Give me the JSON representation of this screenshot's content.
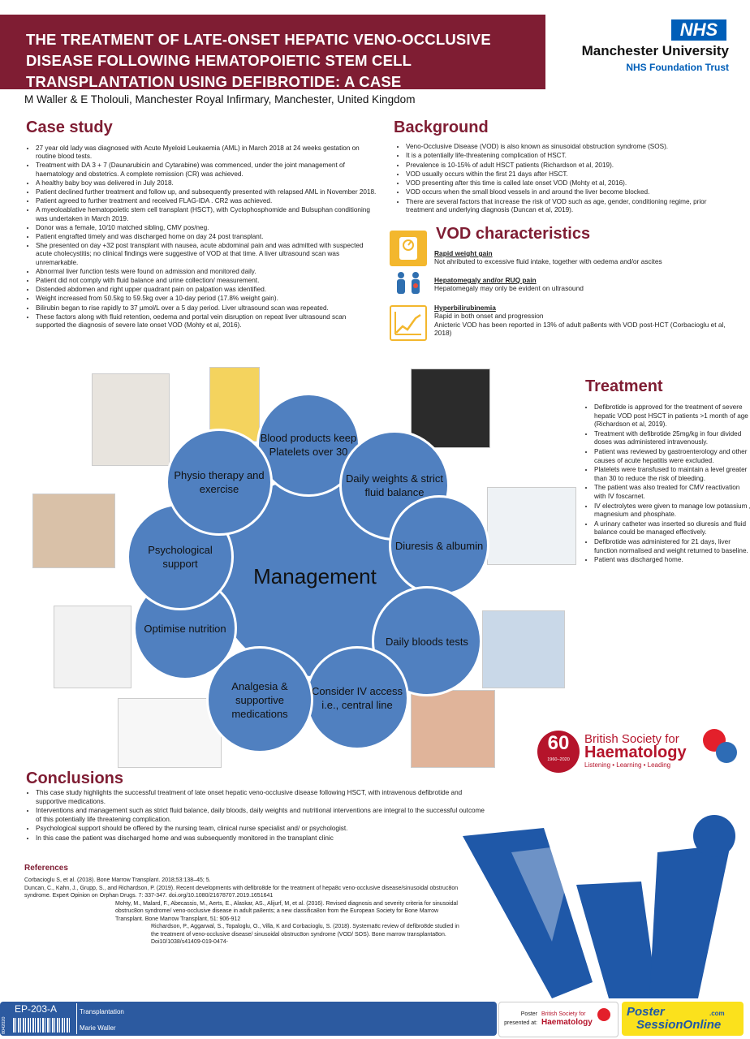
{
  "header": {
    "title": "THE TREATMENT OF LATE-ONSET HEPATIC VENO-OCCLUSIVE DISEASE FOLLOWING HEMATOPOIETIC STEM CELL TRANSPLANTATION USING DEFIBROTIDE: A CASE",
    "authors": "M Waller & E Tholouli, Manchester Royal Infirmary, Manchester, United Kingdom",
    "logo_text": "NHS",
    "org_name": "Manchester University",
    "org_sub": "NHS Foundation Trust"
  },
  "case_study": {
    "heading": "Case study",
    "items": [
      "27 year old lady was diagnosed with Acute Myeloid Leukaemia (AML) in March 2018 at 24 weeks gestation on routine blood tests.",
      "Treatment with DA 3 + 7 (Daunarubicin and Cytarabine) was commenced, under the joint management of haematology and obstetrics. A complete remission (CR) was achieved.",
      "A healthy baby boy was delivered in July 2018.",
      "Patient declined further treatment and follow up, and subsequently presented with relapsed AML in November 2018.",
      "Patient agreed to further treatment and received FLAG-IDA . CR2 was achieved.",
      "A myeoloablative hematopoietic stem cell transplant (HSCT), with Cyclophosphomide and Bulsuphan conditioning was undertaken in March 2019.",
      "Donor was a female, 10/10 matched sibling, CMV pos/neg.",
      "Patient engrafted timely and was discharged home on day 24 post transplant.",
      "She presented on day +32 post transplant with nausea, acute abdominal pain and was admitted with suspected acute cholecystitis; no clinical findings were suggestive of VOD at that time. A liver ultrasound scan was unremarkable.",
      "Abnormal liver function tests were found on admission and monitored daily.",
      "Patient did not comply with fluid balance and urine collection/ measurement.",
      "Distended abdomen and right upper quadrant pain on palpation was identified.",
      "Weight increased from 50.5kg to 59.5kg over a 10-day period (17.8% weight gain).",
      "Bilirubin began to rise rapidly to 37 µmol/L over a 5 day period. Liver ultrasound scan was repeated.",
      "These factors along with fluid retention, oedema and portal vein disruption on repeat liver ultrasound scan supported the diagnosis of severe late onset VOD (Mohty et al, 2016)."
    ]
  },
  "background": {
    "heading": "Background",
    "items": [
      "Veno-Occlusive Disease (VOD) is also known as sinusoidal obstruction syndrome (SOS).",
      "It is a potentially life-threatening complication of HSCT.",
      "Prevalence is 10-15% of adult HSCT patients (Richardson et al, 2019).",
      "VOD usually occurs within the first 21 days after HSCT.",
      "VOD presenting after this time is called late onset VOD (Mohty et al, 2016).",
      "VOD occurs when the small blood vessels in and around the liver become blocked.",
      "There are several factors that increase the risk of VOD such as age, gender, conditioning regime, prior treatment and underlying diagnosis (Duncan et al, 2019)."
    ]
  },
  "vod": {
    "heading": "VOD characteristics",
    "items": [
      {
        "title": "Rapid weight gain",
        "text": "Not ahributed to excessive fluid intake, together with oedema and/or ascites"
      },
      {
        "title": "Hepatomegaly and/or RUQ pain",
        "text": "Hepatomegaly may only be evident on ultrasound"
      },
      {
        "title": "Hyperbilirubinemia",
        "text": "Rapid in both onset and progression\nAnicteric VOD has been reported in 13% of adult pa8ents with VOD post-HCT (Corbacioglu et al, 2018)"
      }
    ]
  },
  "management": {
    "center": "Management",
    "nodes": [
      "Blood products keep Platelets over 30",
      "Daily weights & strict fluid balance",
      "Diuresis & albumin",
      "Daily bloods tests",
      "Consider IV access i.e., central line",
      "Analgesia & supportive medications",
      "Optimise nutrition",
      "Psychological support",
      "Physio therapy and exercise"
    ]
  },
  "treatment": {
    "heading": "Treatment",
    "items": [
      "Defibrotide is approved for the treatment of severe hepatic VOD post HSCT in patients >1 month of age (Richardson et al, 2019).",
      "Treatment with defibrotide 25mg/kg in four divided doses was administered intravenously.",
      "Patient was reviewed by gastroenterology and other causes of acute hepatitis were excluded.",
      "Platelets were transfused to maintain a level greater than 30 to reduce the risk of bleeding.",
      "The patient was also treated for CMV reactivation with IV foscarnet.",
      "IV electrolytes were given to manage low potassium , magnesium and phosphate.",
      "A urinary catheter was inserted so diuresis and fluid balance could be managed effectively.",
      "Defibrotide was administered for 21 days, liver function normalised and weight returned to baseline.",
      "Patient was discharged home."
    ]
  },
  "bsh": {
    "number": "60",
    "years": "1960–2020",
    "line1": "British Society for",
    "line2": "Haematology",
    "tagline": "Listening • Learning • Leading"
  },
  "conclusions": {
    "heading": "Conclusions",
    "items": [
      "This case study highlights the successful treatment of late onset hepatic veno-occlusive disease following HSCT, with intravenous defibrotide and supportive medications.",
      "Interventions and management such as strict fluid balance, daily bloods, daily weights and nutritional interventions are integral to the successful outcome of this potentially life threatening complication.",
      "Psychological support should be offered by the nursing team, clinical nurse specialist and/ or psychologist.",
      "In this case the patient was discharged home and was subsequently monitored in the transplant clinic"
    ]
  },
  "references": {
    "heading": "References",
    "items": [
      "Corbacioglu S, et al. (2018). Bone Marrow Transplant. 2018;53:138–45; 5.",
      "Duncan, C., Kahn, J., Grupp, S., and Richardson, P. (2019). Recent developments with defibro8de for the treatment of hepa8c veno-occlusive disease/sinusoidal obstruc8on syndrome. Expert Opinion on Orphan Drugs. 7: 337-347. doi.org/10.1080/21678707.2019.1651641",
      "Mohty, M., Malard, F., Abecassis, M., Aerts, E., Alaskar, AS., Alijurf, M, et al. (2016). Revised diagnosis and severity criteria for sinusoidal obstruc8on syndrome/ veno-occlusive disease in adult pa8ents; a new classifica8on from the European Society for Bone Marrow Transplant. Bone Marrow Transplant, 51: 906-912",
      "Richardson, P., Aggarwal, S., Topaloglu, O., Villa, K and Corbacioglu, S. (2018). Systema8c review of defibro8de studied in the treatment of veno-occlusive disease/ sinusoidal obstruc8on syndrome (VOD/ SOS). Bone marrow transplanta8on. Doi10/1038/s41409-019-0474-"
    ]
  },
  "footer": {
    "code": "EP-203-A",
    "category": "Transplantation",
    "author": "Marie Waller",
    "id_vertical": "8042020",
    "presented_label1": "Poster",
    "presented_label2": "presented at:",
    "presented_org1": "British Society for",
    "presented_org2": "Haematology",
    "brand1": "Poster",
    "brand2": "SessionOnline",
    "brand_domain": ".com"
  }
}
